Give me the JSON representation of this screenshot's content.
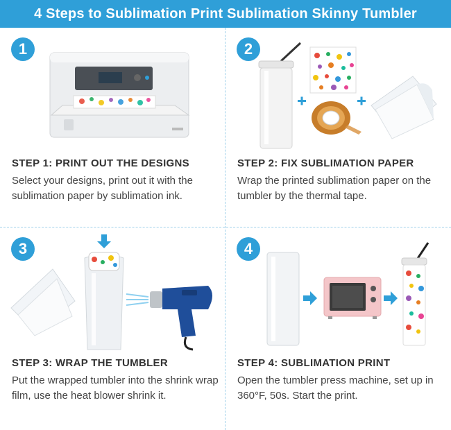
{
  "header": {
    "title": "4 Steps to Sublimation Print Sublimation Skinny Tumbler"
  },
  "steps": [
    {
      "number": "1",
      "title": "STEP 1: PRINT OUT THE DESIGNS",
      "description": "Select your designs, print out it with the sublimation paper by sublimation ink."
    },
    {
      "number": "2",
      "title": "STEP 2: FIX SUBLIMATION PAPER",
      "description": "Wrap the printed sublimation paper on the tumbler by the thermal tape."
    },
    {
      "number": "3",
      "title": "STEP 3: WRAP THE TUMBLER",
      "description": "Put the wrapped tumbler into the shrink wrap film, use the heat blower shrink it."
    },
    {
      "number": "4",
      "title": "STEP 4: SUBLIMATION PRINT",
      "description": "Open the tumbler press machine, set up in 360°F, 50s. Start the print."
    }
  ],
  "colors": {
    "accent": "#2f9fd8",
    "divider": "#9fd0ea",
    "text": "#333333"
  },
  "icons": [
    "printer-icon",
    "tumbler-icon",
    "patterned-paper-icon",
    "thermal-tape-icon",
    "sublimation-paper-icon",
    "shrink-wrap-icon",
    "heat-gun-icon",
    "oven-icon",
    "finished-tumbler-icon",
    "plus-icon",
    "arrow-right-icon",
    "arrow-down-icon"
  ]
}
